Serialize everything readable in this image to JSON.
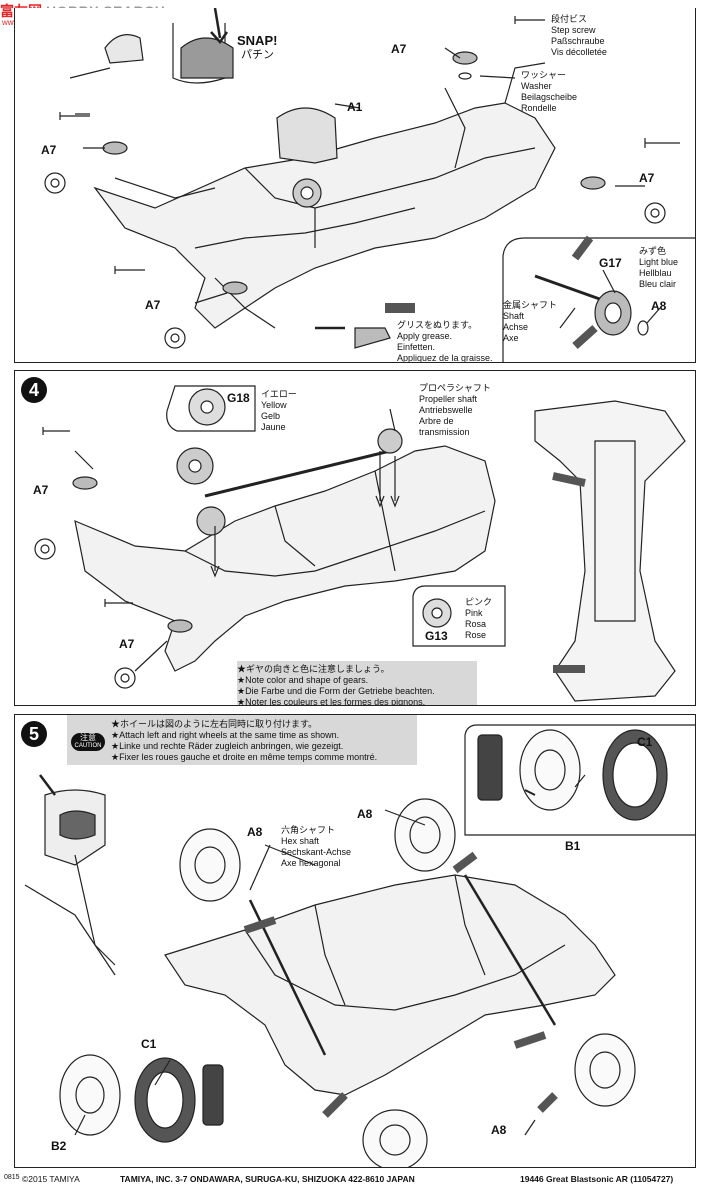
{
  "watermark": {
    "logo": "富友网",
    "site": "www.fuyou.com",
    "text": "HOBBY SEARCH"
  },
  "step3": {
    "snap_en": "SNAP!",
    "snap_jp": "パチン",
    "step_screw": [
      "段付ビス",
      "Step screw",
      "Paßschraube",
      "Vis décolletée"
    ],
    "washer": [
      "ワッシャー",
      "Washer",
      "Beilagscheibe",
      "Rondelle"
    ],
    "grease": [
      "グリスをぬります。",
      "Apply grease.",
      "Einfetten.",
      "Appliquez de la graisse."
    ],
    "shaft": [
      "金属シャフト",
      "Shaft",
      "Achse",
      "Axe"
    ],
    "light_blue": [
      "みず色",
      "Light blue",
      "Hellblau",
      "Bleu clair"
    ],
    "parts": {
      "a7_top": "A7",
      "a1": "A1",
      "a7_left": "A7",
      "a7_right": "A7",
      "a7_bottom": "A7",
      "g17": "G17",
      "a8": "A8"
    }
  },
  "step4": {
    "num": "4",
    "propeller": [
      "プロペラシャフト",
      "Propeller shaft",
      "Antriebswelle",
      "Arbre de",
      "transmission"
    ],
    "yellow": [
      "イエロー",
      "Yellow",
      "Gelb",
      "Jaune"
    ],
    "pink": [
      "ピンク",
      "Pink",
      "Rosa",
      "Rose"
    ],
    "notes": [
      "★ギヤの向きと色に注意しましょう。",
      "★Note color and shape of gears.",
      "★Die Farbe und die Form der Getriebe beachten.",
      "★Noter les couleurs et les formes des pignons."
    ],
    "parts": {
      "g18": "G18",
      "a7_top": "A7",
      "a7_bottom": "A7",
      "g13": "G13"
    }
  },
  "step5": {
    "num": "5",
    "caution_jp": "注意",
    "caution_en": "CAUTION",
    "notes": [
      "★ホイールは図のように左右同時に取り付けます。",
      "★Attach left and right wheels at the same time as shown.",
      "★Linke und rechte Räder zugleich anbringen, wie gezeigt.",
      "★Fixer les roues gauche et droite en même temps comme montré."
    ],
    "hex_shaft": [
      "六角シャフト",
      "Hex shaft",
      "Sechskant-Achse",
      "Axe hexagonal"
    ],
    "parts": {
      "a8_left": "A8",
      "a8_top": "A8",
      "c1_right": "C1",
      "b1": "B1",
      "c1_left": "C1",
      "b2": "B2",
      "a8_bottom": "A8"
    }
  },
  "footer": {
    "code": "0815",
    "copyright": "©2015 TAMIYA",
    "address": "TAMIYA, INC. 3-7 ONDAWARA, SURUGA-KU, SHIZUOKA 422-8610 JAPAN",
    "product": "19446 Great Blastsonic AR (11054727)"
  }
}
